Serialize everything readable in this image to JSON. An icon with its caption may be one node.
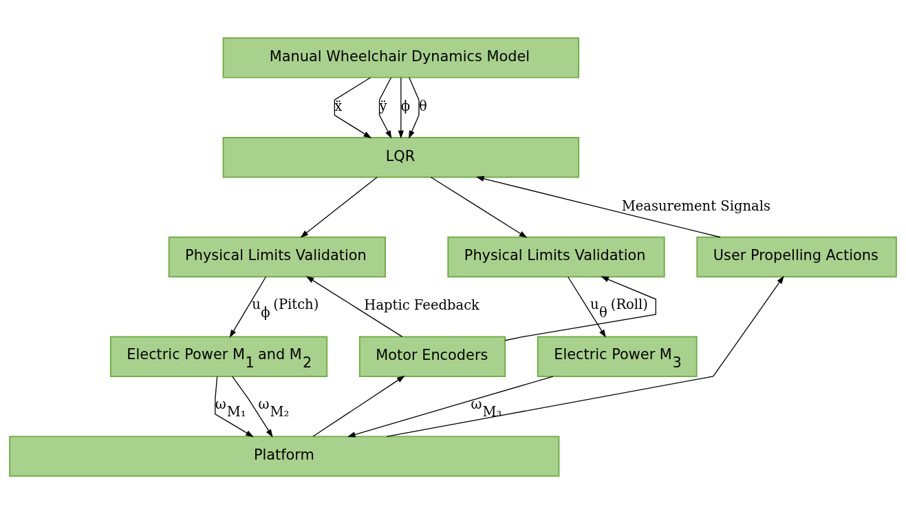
{
  "diagram": {
    "nodes": [
      {
        "text": [
          "Manual Wheelchair Dynamics Model"
        ]
      },
      {
        "text": [
          "LQR"
        ]
      },
      {
        "text": [
          "Physical Limits Validation"
        ]
      },
      {
        "text": [
          "Physical Limits Validation"
        ]
      },
      {
        "text": [
          "User Propelling Actions"
        ]
      },
      {
        "text": [
          "Electric Power M$_{1}$ and M$_{2}$"
        ]
      },
      {
        "text": [
          "Motor Encoders"
        ]
      },
      {
        "text": [
          "Electric Power M$_{3}$"
        ]
      },
      {
        "text": [
          "Platform"
        ]
      }
    ],
    "edges": [
      {
        "from": 0,
        "to": 1,
        "arrow": "to",
        "label": "ẍ"
      },
      {
        "from": 0,
        "to": 1,
        "arrow": "to",
        "label": "ÿ"
      },
      {
        "from": 0,
        "to": 1,
        "arrow": "to",
        "label": "ϕ"
      },
      {
        "from": 0,
        "to": 1,
        "arrow": "to",
        "label": "θ"
      },
      {
        "from": 1,
        "to": 2,
        "arrow": "to"
      },
      {
        "from": 1,
        "to": 3,
        "arrow": "to"
      },
      {
        "from": 2,
        "to": 5,
        "arrow": "to",
        "label": "u$_{ϕ}$ (Pitch)"
      },
      {
        "from": 6,
        "to": 2,
        "arrow": "to",
        "label": "Haptic Feedback"
      },
      {
        "from": 6,
        "to": 3,
        "arrow": "to"
      },
      {
        "from": 3,
        "to": 7,
        "arrow": "to",
        "label": "u$_{θ}$ (Roll)"
      },
      {
        "from": 5,
        "to": 8,
        "arrow": "to",
        "label": "ω$_{M₁}$"
      },
      {
        "from": 5,
        "to": 8,
        "arrow": "to",
        "label": "ω$_{M₂}$"
      },
      {
        "from": 8,
        "to": 6,
        "arrow": "to"
      },
      {
        "from": 7,
        "to": 8,
        "arrow": "to",
        "label": "ω$_{M₃}$"
      },
      {
        "from": 8,
        "to": 4,
        "arrow": "to"
      },
      {
        "from": 4,
        "to": 1,
        "arrow": "to",
        "label": "Measurement Signals"
      }
    ]
  }
}
